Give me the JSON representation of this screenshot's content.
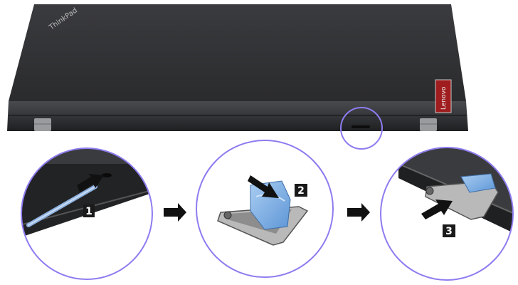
{
  "laptop": {
    "lid_logo": "ThinkPad",
    "brand_label": "Lenovo"
  },
  "steps": [
    {
      "number": "1"
    },
    {
      "number": "2"
    },
    {
      "number": "3"
    }
  ],
  "colors": {
    "laptop_body": "#2f3033",
    "highlight_circle": "#8e7cf0",
    "sim_card": "#7fb2e6",
    "tray": "#b9b9b9",
    "step_badge": "#1a1a1a"
  }
}
